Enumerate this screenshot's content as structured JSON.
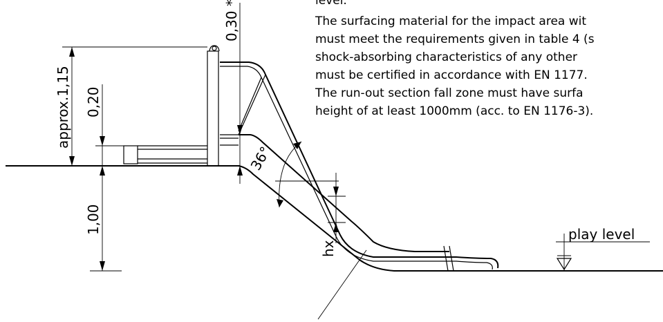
{
  "notes": {
    "line0": "level.",
    "line1": "The surfacing material for the impact area wit",
    "line2": "must meet the requirements given in table 4 (s",
    "line3": "shock-absorbing characteristics of any other",
    "line4": "must be certified in accordance with EN 1177.",
    "line5": "The run-out section fall zone must have surfa",
    "line6": "height of at least 1000mm (acc. to EN 1176-3)."
  },
  "dimensions": {
    "approx_height": "approx.1,15",
    "rail_height": "0,20",
    "below_ground": "1,00",
    "clearance": "0,30 *",
    "angle": "36°",
    "hx": "hx",
    "play_level": "play level"
  }
}
